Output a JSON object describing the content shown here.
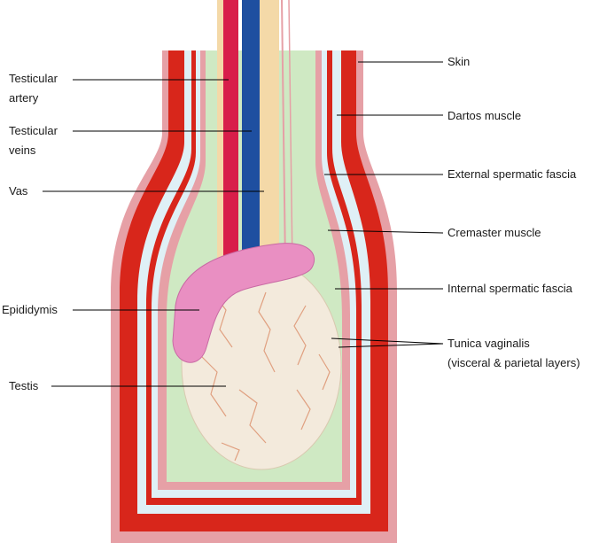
{
  "colors": {
    "skin": "#e6a0a6",
    "dartos": "#d8261b",
    "fascia": "#dff0f6",
    "cremaster": "#d8261b",
    "internal_fascia": "#e6a0a6",
    "tunica_space": "#cfe9c3",
    "artery": "#d81e4a",
    "vein": "#1e4fa0",
    "vas": "#f4d9a8",
    "epididymis": "#e98fc2",
    "testis": "#f3eadc",
    "vessel_lines": "#e0a080",
    "leader": "#000000"
  },
  "labels": {
    "left": [
      {
        "id": "testicular-artery",
        "lines": [
          "Testicular",
          "artery"
        ]
      },
      {
        "id": "testicular-veins",
        "lines": [
          "Testicular",
          "veins"
        ]
      },
      {
        "id": "vas",
        "lines": [
          "Vas"
        ]
      },
      {
        "id": "epididymis",
        "lines": [
          "Epididymis"
        ]
      },
      {
        "id": "testis",
        "lines": [
          "Testis"
        ]
      }
    ],
    "right": [
      {
        "id": "skin",
        "lines": [
          "Skin"
        ]
      },
      {
        "id": "dartos-muscle",
        "lines": [
          "Dartos muscle"
        ]
      },
      {
        "id": "external-spermatic-fascia",
        "lines": [
          "External spermatic fascia"
        ]
      },
      {
        "id": "cremaster-muscle",
        "lines": [
          "Cremaster muscle"
        ]
      },
      {
        "id": "internal-spermatic-fascia",
        "lines": [
          "Internal spermatic fascia"
        ]
      },
      {
        "id": "tunica-vaginalis",
        "lines": [
          "Tunica vaginalis",
          "(visceral & parietal layers)"
        ]
      }
    ]
  }
}
